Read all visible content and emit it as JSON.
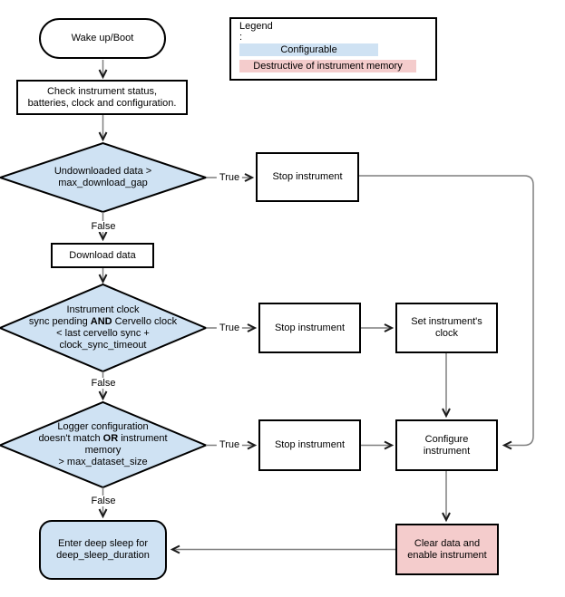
{
  "colors": {
    "configurable_fill": "#cfe2f3",
    "destructive_fill": "#f4cccc",
    "shape_border": "#000000",
    "connector_gray": "#7f7f7f"
  },
  "legend": {
    "title": "Legend\n:",
    "items": [
      {
        "label": "Configurable",
        "color": "#cfe2f3"
      },
      {
        "label": "Destructive of instrument memory",
        "color": "#f4cccc"
      }
    ]
  },
  "nodes": {
    "wake": {
      "label": "Wake up/Boot"
    },
    "check": {
      "label": "Check instrument status,\nbatteries, clock and configuration."
    },
    "decision_download": {
      "label": "Undownloaded data >\nmax_download_gap"
    },
    "stop1": {
      "label": "Stop instrument"
    },
    "download": {
      "label": "Download data"
    },
    "decision_clock": {
      "lines": [
        [
          {
            "t": "Instrument clock"
          }
        ],
        [
          {
            "t": "sync pending "
          },
          {
            "t": "AND",
            "b": true
          },
          {
            "t": " Cervello clock"
          }
        ],
        [
          {
            "t": "< last cervello sync +"
          }
        ],
        [
          {
            "t": "clock_sync_timeout"
          }
        ]
      ]
    },
    "stop2": {
      "label": "Stop instrument"
    },
    "setclock": {
      "label": "Set instrument's\nclock"
    },
    "decision_config": {
      "lines": [
        [
          {
            "t": "Logger configuration"
          }
        ],
        [
          {
            "t": "doesn't match "
          },
          {
            "t": "OR",
            "b": true
          },
          {
            "t": " instrument"
          }
        ],
        [
          {
            "t": "memory"
          }
        ],
        [
          {
            "t": "> max_dataset_size"
          }
        ]
      ]
    },
    "stop3": {
      "label": "Stop instrument"
    },
    "configure": {
      "label": "Configure\ninstrument"
    },
    "deepsleep": {
      "label": "Enter deep sleep for\ndeep_sleep_duration"
    },
    "cleardata": {
      "label": "Clear data and\nenable instrument"
    }
  },
  "edge_labels": {
    "true1": "True",
    "false1": "False",
    "true2": "True",
    "false2": "False",
    "true3": "True",
    "false3": "False"
  }
}
